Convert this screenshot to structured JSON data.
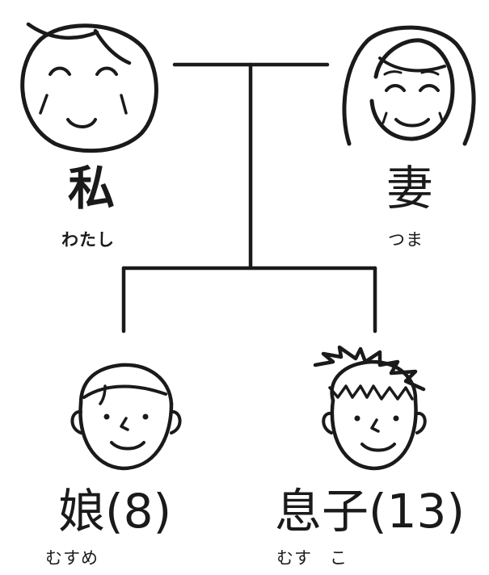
{
  "members": {
    "me": {
      "name": "私",
      "reading": "わたし"
    },
    "wife": {
      "name": "妻",
      "reading": "つま"
    },
    "daughter": {
      "name": "娘(8)",
      "reading": "むすめ"
    },
    "son": {
      "name": "息子(13)",
      "reading": "むす　こ"
    }
  },
  "colors": {
    "ink": "#1a1a1a",
    "background": "#ffffff"
  }
}
